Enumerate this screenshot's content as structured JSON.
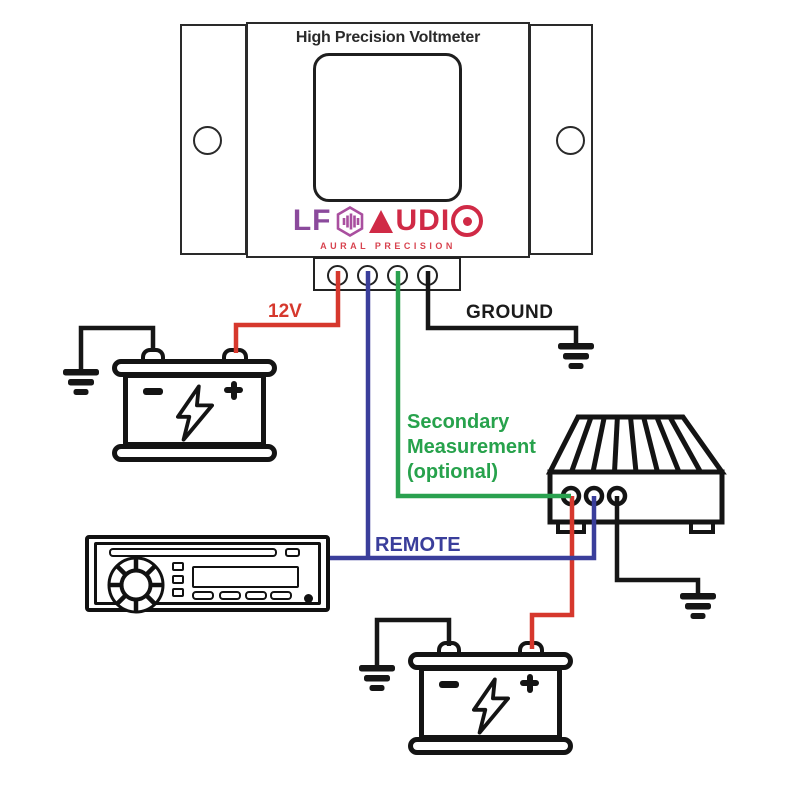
{
  "meter": {
    "title": "High Precision Voltmeter",
    "logo": {
      "lf": "LF",
      "letters": "UDI",
      "full_name": "LF AUDIO",
      "tagline": "AURAL PRECISION"
    }
  },
  "wires": {
    "power_label": "12V",
    "ground_label": "GROUND",
    "remote_label": "REMOTE",
    "secondary_label": "Secondary\nMeasurement\n(optional)"
  },
  "battery": {
    "plus_symbol": "+",
    "minus_symbol": "−"
  },
  "colors": {
    "wire_power": "#d6382d",
    "wire_remote": "#3a3e9b",
    "wire_secondary": "#2aa14f",
    "wire_ground": "#161616",
    "logo_purple": "#8b4a9c",
    "logo_magenta": "#a94f9f",
    "logo_crimson": "#d02a46",
    "tagline_red": "#d8434f"
  }
}
